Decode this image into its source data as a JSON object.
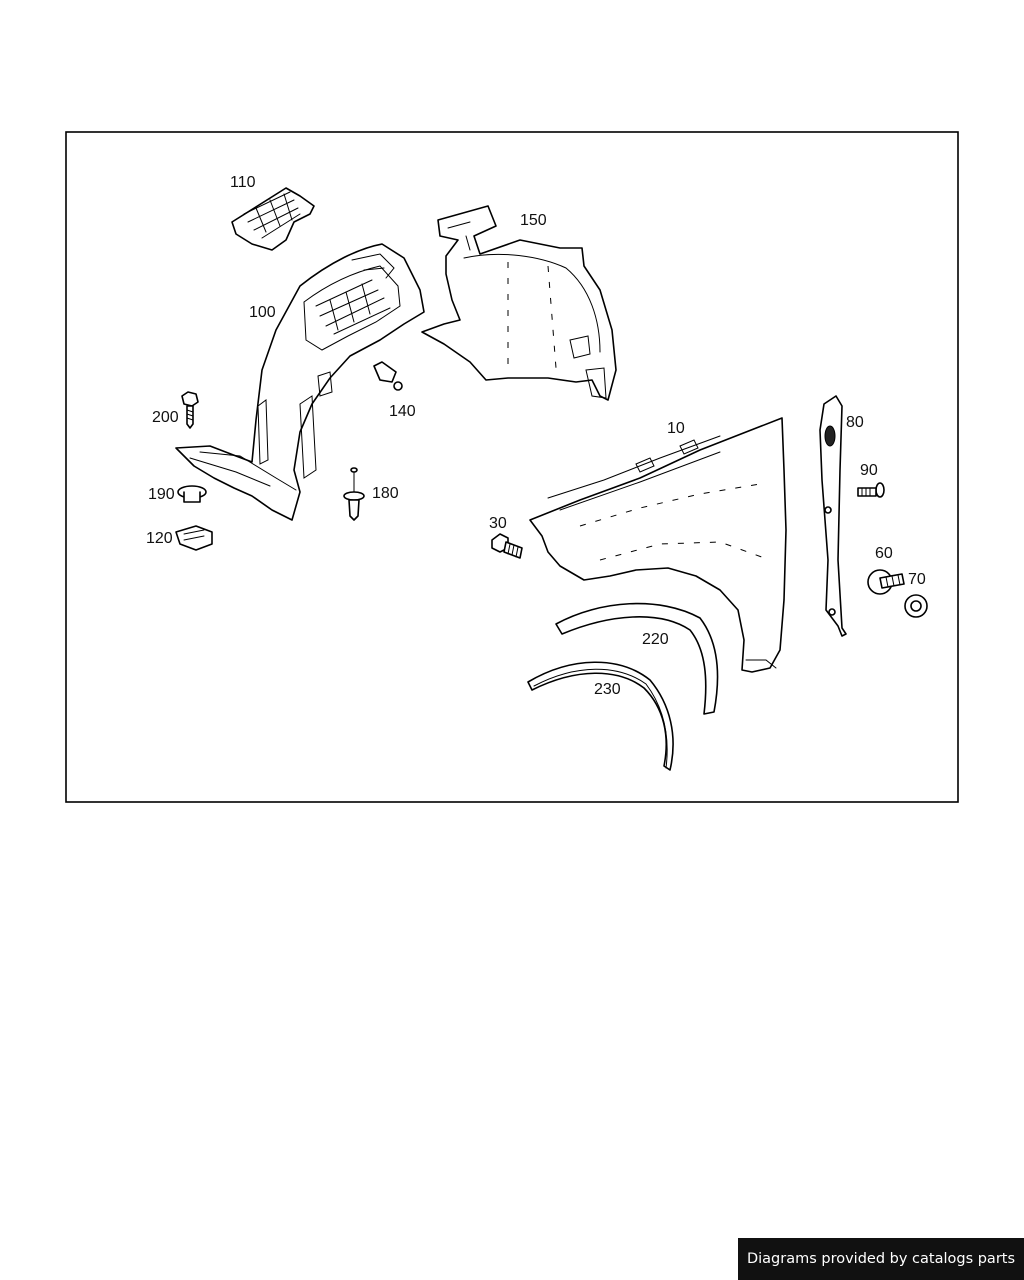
{
  "diagram": {
    "callouts": {
      "c110": "110",
      "c150": "150",
      "c100": "100",
      "c140": "140",
      "c200": "200",
      "c10": "10",
      "c80": "80",
      "c90": "90",
      "c180": "180",
      "c190": "190",
      "c30": "30",
      "c120": "120",
      "c60": "60",
      "c70": "70",
      "c220": "220",
      "c230": "230"
    }
  },
  "footer": {
    "text": "Diagrams provided by catalogs parts"
  }
}
